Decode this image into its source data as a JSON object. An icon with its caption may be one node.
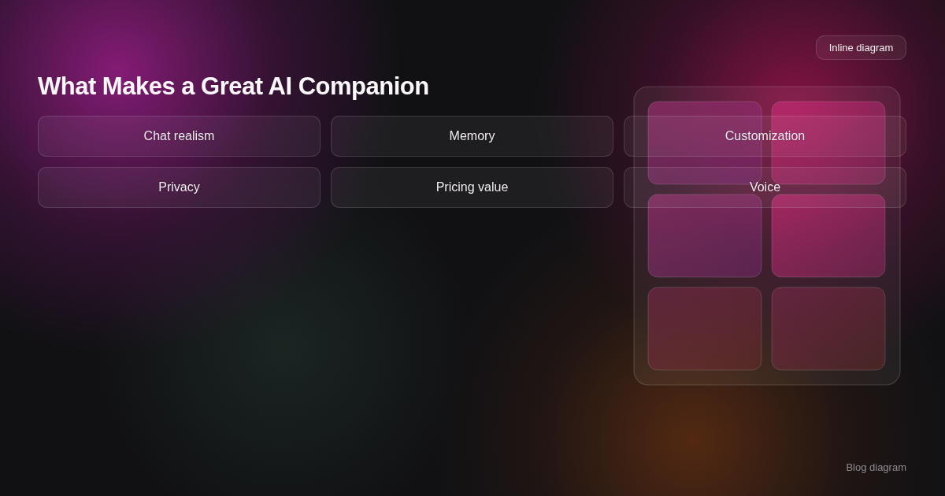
{
  "diagram": {
    "title": "What Makes a Great AI Companion",
    "nodes": [
      {
        "text": [
          "Chat realism"
        ]
      },
      {
        "text": [
          "Memory"
        ]
      },
      {
        "text": [
          "Customization"
        ]
      },
      {
        "text": [
          "Privacy"
        ]
      },
      {
        "text": [
          "Pricing value"
        ]
      },
      {
        "text": [
          "Voice"
        ]
      }
    ],
    "labels": [
      "Inline diagram",
      "Blog diagram"
    ]
  }
}
